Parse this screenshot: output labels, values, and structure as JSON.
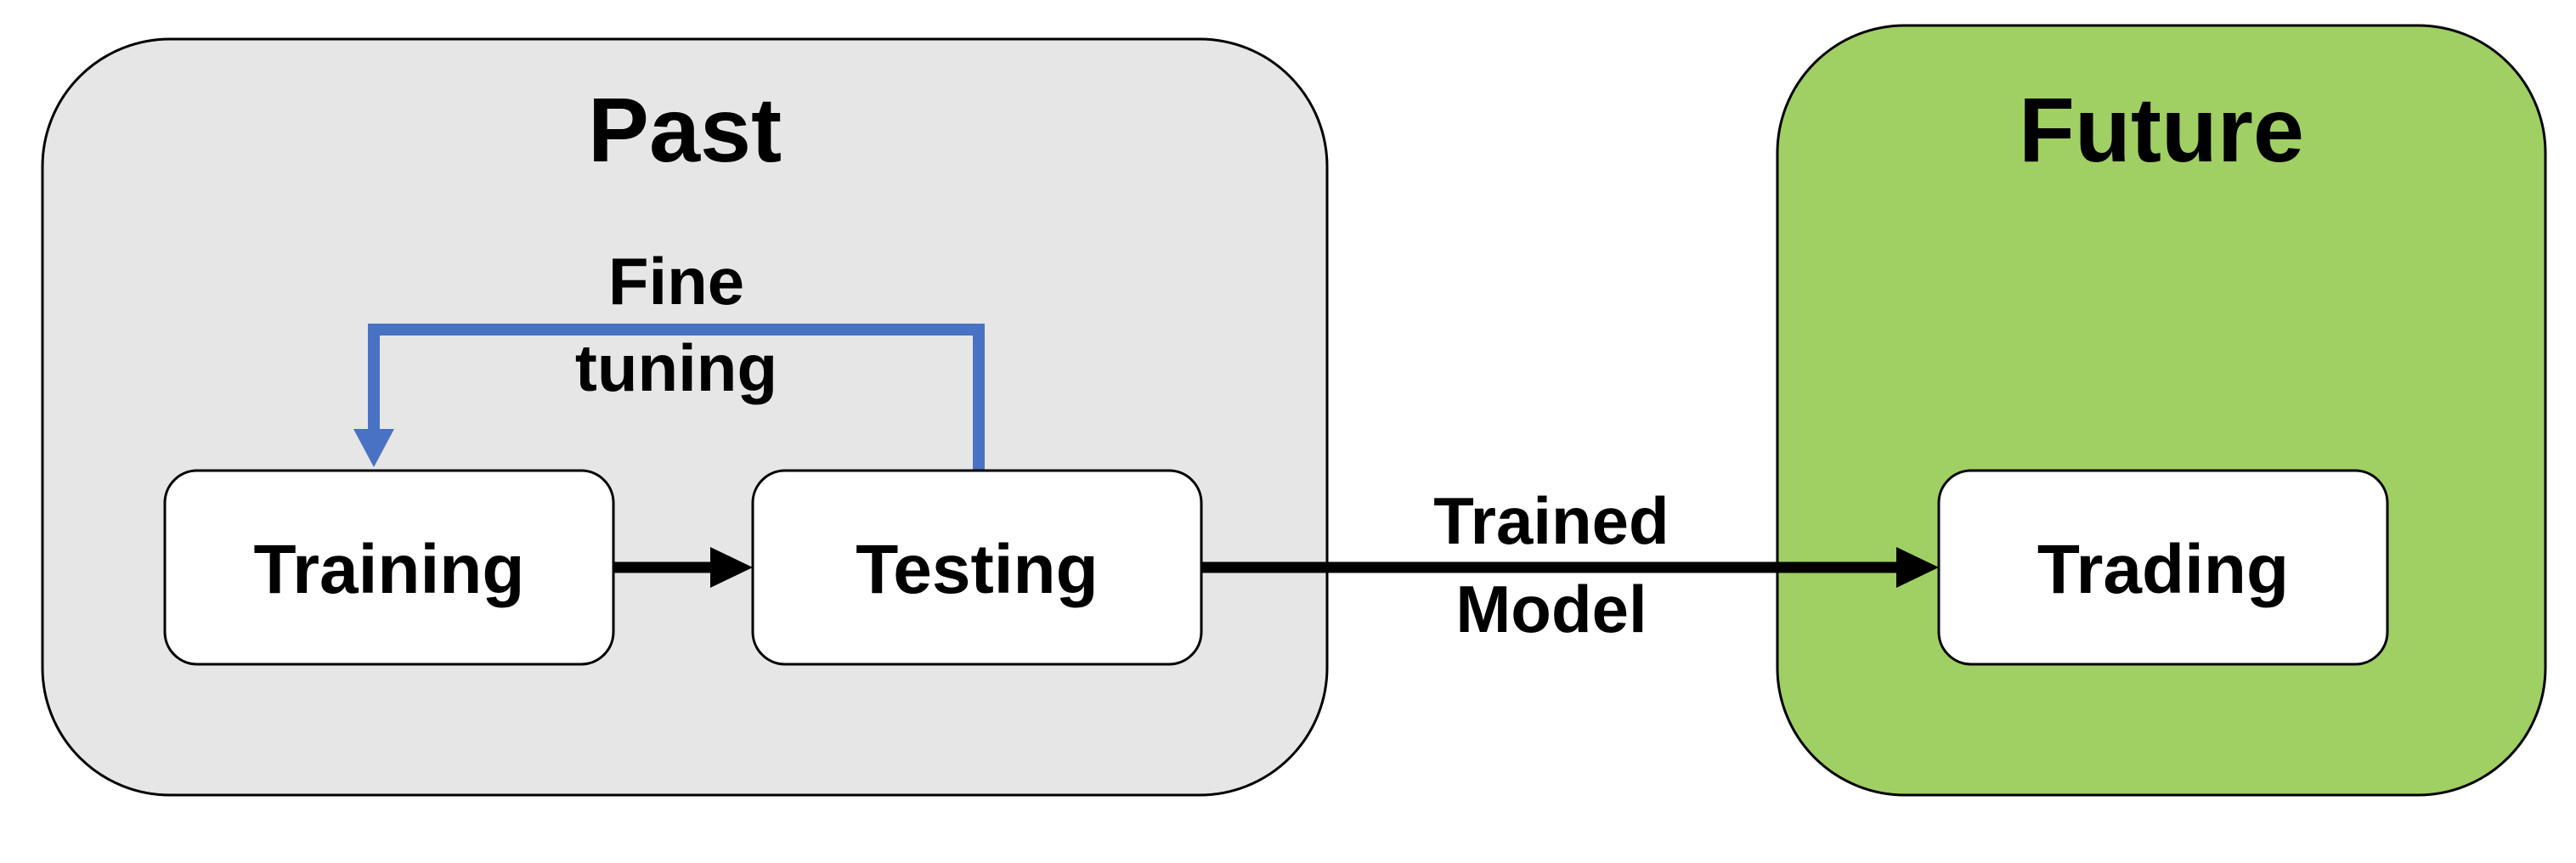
{
  "panels": {
    "past": {
      "title": "Past",
      "fill": "#e6e6e6"
    },
    "future": {
      "title": "Future",
      "fill": "#a0cf63"
    }
  },
  "nodes": {
    "training": {
      "label": "Training"
    },
    "testing": {
      "label": "Testing"
    },
    "trading": {
      "label": "Trading"
    }
  },
  "edges": {
    "fine_tuning": {
      "line1": "Fine",
      "line2": "tuning",
      "color": "#4a72c4"
    },
    "trained_model": {
      "line1": "Trained",
      "line2": "Model"
    }
  },
  "colors": {
    "node_fill": "#ffffff",
    "stroke": "#000000"
  }
}
